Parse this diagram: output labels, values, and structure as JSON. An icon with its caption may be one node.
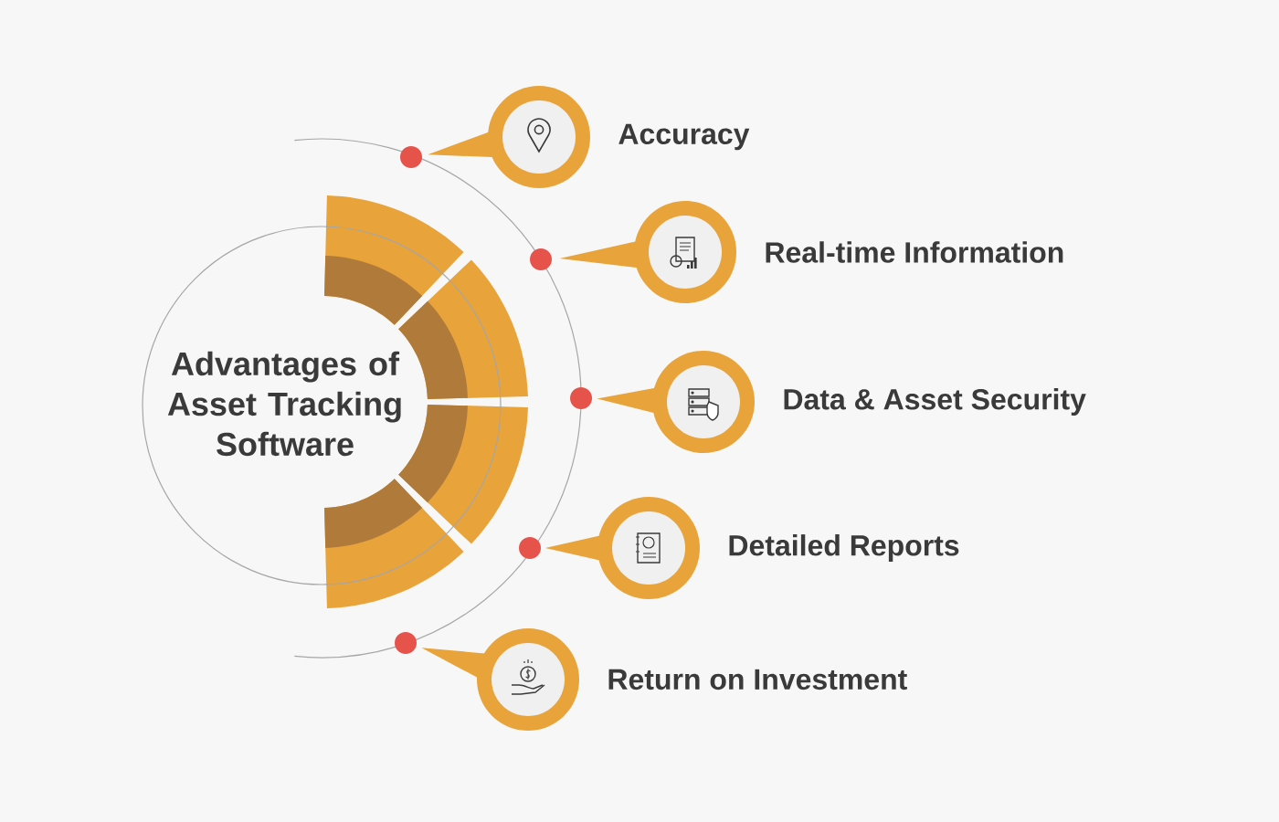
{
  "diagram": {
    "nodes": [
      {
        "text": [
          "Advantages of Asset Tracking Software"
        ]
      },
      {
        "text": [
          "Accuracy"
        ]
      },
      {
        "text": [
          "Real-time Information"
        ]
      },
      {
        "text": [
          "Data & Asset Security"
        ]
      },
      {
        "text": [
          "Detailed Reports"
        ]
      },
      {
        "text": [
          "Return on Investment"
        ]
      }
    ]
  }
}
